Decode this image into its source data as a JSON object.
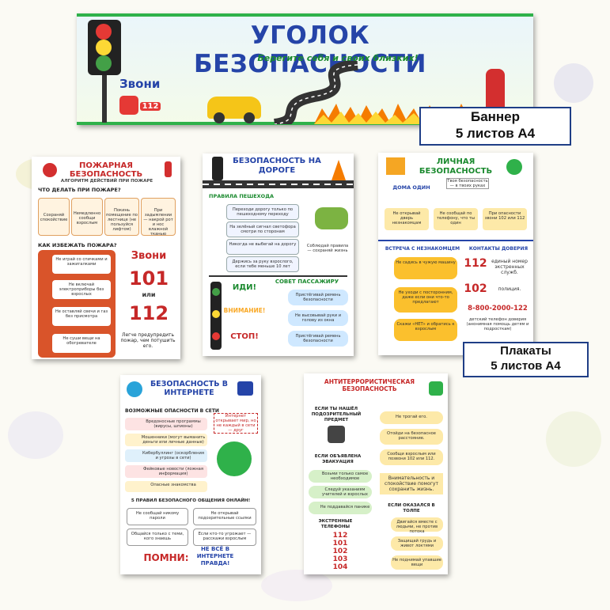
{
  "banner": {
    "title": "УГОЛОК БЕЗОПАСНОСТИ",
    "subtitle": "Берегите себя и своих близких!",
    "call_label": "Звони",
    "call_number": "112"
  },
  "labels": {
    "banner_label": [
      "Баннер",
      "5 листов А4"
    ],
    "posters_label": [
      "Плакаты",
      "5 листов А4"
    ]
  },
  "fire": {
    "title": "ПОЖАРНАЯ БЕЗОПАСНОСТЬ",
    "subtitle": "АЛГОРИТМ ДЕЙСТВИЙ ПРИ ПОЖАРЕ",
    "question1": "ЧТО ДЕЛАТЬ ПРИ ПОЖАРЕ?",
    "steps": [
      "Сохраняй спокойствие",
      "Немедленно сообщи взрослым",
      "Покинь помещение по лестнице (не пользуйся лифтом)",
      "При задымлении — накрой рот и нос влажной тканью"
    ],
    "question2": "КАК ИЗБЕЖАТЬ ПОЖАРА?",
    "rules": [
      "Не играй со спичками и зажигалками",
      "Не включай электроприборы без взрослых",
      "Не оставляй свечи и газ без присмотра",
      "Не суши вещи на обогревателе"
    ],
    "call": "Звони",
    "n1": "101",
    "or": "или",
    "n2": "112",
    "note": "Легче предупредить пожар, чем потушить его."
  },
  "road": {
    "title": "БЕЗОПАСНОСТЬ НА ДОРОГЕ",
    "section": "ПРАВИЛА ПЕШЕХОДА",
    "rules": [
      "Переходи дорогу только по пешеходному переходу",
      "На зелёный сигнал светофора смотри по сторонам",
      "Никогда не выбегай на дорогу",
      "Держись за руку взрослого, если тебе меньше 10 лет"
    ],
    "side_note": "Соблюдай правила — сохраняй жизнь",
    "go": "ИДИ!",
    "attention": "ВНИМАНИЕ!",
    "stop": "СТОП!",
    "advice": "СОВЕТ ПАССАЖИРУ",
    "passenger": [
      "Пристёгивай ремень безопасности",
      "Не высовывай руки и голову из окна",
      "Пристёгивай ремень безопасности"
    ]
  },
  "personal": {
    "title": "ЛИЧНАЯ БЕЗОПАСНОСТЬ",
    "home": "ДОМА ОДИН",
    "home_items": [
      "Не открывай дверь незнакомцам",
      "Не сообщай по телефону, что ты один",
      "При опасности звони 102 или 112"
    ],
    "box_text": "Твоя безопасность — в твоих руках",
    "meet": "ВСТРЕЧА С НЕЗНАКОМЦЕМ",
    "meet_items": [
      "Не садись в чужую машину",
      "Не уходи с посторонним, даже если они что-то предлагают",
      "Скажи «НЕТ» и обратись к взрослым"
    ],
    "contacts": "КОНТАКТЫ ДОВЕРИЯ",
    "c112": "112",
    "c112_text": "единый номер экстренных служб.",
    "c102": "102",
    "c102_text": "полиция.",
    "hotline": "8-800-2000-122",
    "hotline_text": "детский телефон доверия (анонимная помощь детям и подросткам)"
  },
  "internet": {
    "title": "БЕЗОПАСНОСТЬ В ИНТЕРНЕТЕ",
    "section": "ВОЗМОЖНЫЕ ОПАСНОСТИ В СЕТИ",
    "dangers": [
      "Вредоносные программы (вирусы, шпионы)",
      "Мошенники (могут выманить деньги или личные данные)",
      "Кибербуллинг (оскорбления и угрозы в сети)",
      "Фейковые новости (ложная информация)",
      "Опасные знакомства"
    ],
    "callout": "Интернет открывает мир, но не каждый в сети — друг",
    "rules_title": "5 ПРАВИЛ БЕЗОПАСНОГО ОБЩЕНИЯ ОНЛАЙН!",
    "rules": [
      "Не сообщай никому пароли",
      "Не открывай подозрительные ссылки",
      "Общайся только с теми, кого знаешь",
      "Если кто-то угрожает — расскажи взрослым"
    ],
    "remember": "ПОМНИ:",
    "remember_text": "НЕ ВСЁ В ИНТЕРНЕТЕ ПРАВДА!"
  },
  "terror": {
    "title": "АНТИТЕРРОРИСТИЧЕСКАЯ БЕЗОПАСНОСТЬ",
    "found": "ЕСЛИ ТЫ НАШЁЛ ПОДОЗРИТЕЛЬНЫЙ ПРЕДМЕТ",
    "found_items": [
      "Не трогай его.",
      "Отойди на безопасное расстояние.",
      "Сообщи взрослым или позвони 102 или 112."
    ],
    "evac": "ЕСЛИ ОБЪЯВЛЕНА ЭВАКУАЦИЯ",
    "evac_items": [
      "Возьми только самое необходимое",
      "Следуй указаниям учителей и взрослых",
      "Не поддавайся панике"
    ],
    "attention_text": "Внимательность и спокойствие помогут сохранить жизнь.",
    "phones": "ЭКСТРЕННЫЕ ТЕЛЕФОНЫ",
    "numbers": [
      "112",
      "101",
      "102",
      "103",
      "104"
    ],
    "crowd": "ЕСЛИ ОКАЗАЛСЯ В ТОЛПЕ",
    "crowd_items": [
      "Двигайся вместе с людьми, не против потока",
      "Защищай грудь и живот локтями",
      "Не поднимай упавшие вещи"
    ]
  }
}
